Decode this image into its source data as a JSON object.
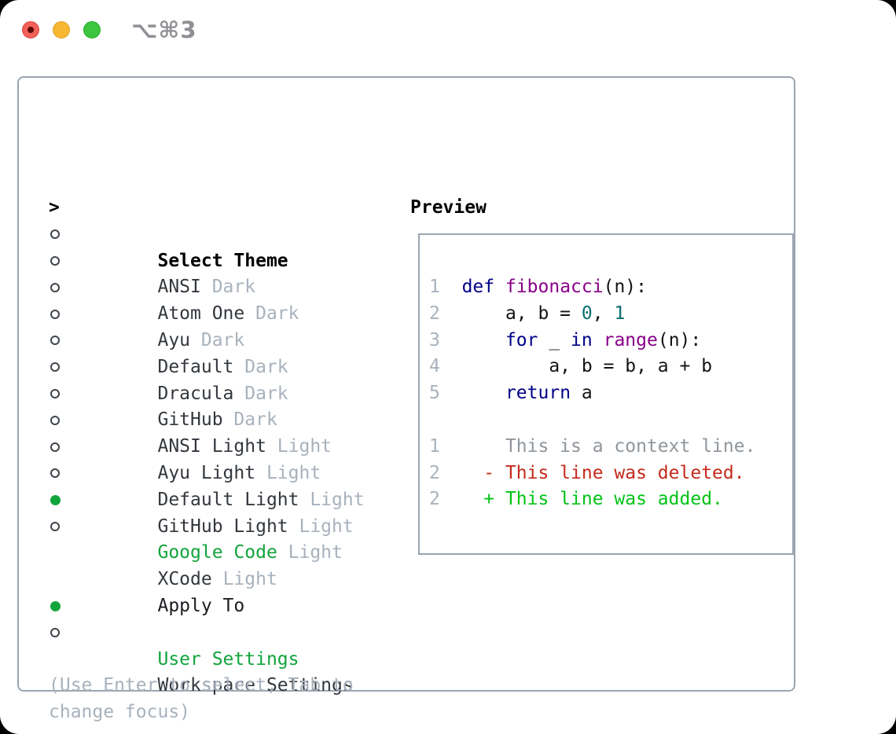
{
  "titlebar": {
    "shortcut": "⌥⌘3"
  },
  "theme_picker": {
    "header": {
      "marker": ">",
      "label": "Select Theme"
    },
    "themes": [
      {
        "name": "ANSI",
        "variant": "Dark",
        "selected": false
      },
      {
        "name": "Atom One",
        "variant": "Dark",
        "selected": false
      },
      {
        "name": "Ayu",
        "variant": "Dark",
        "selected": false
      },
      {
        "name": "Default",
        "variant": "Dark",
        "selected": false
      },
      {
        "name": "Dracula",
        "variant": "Dark",
        "selected": false
      },
      {
        "name": "GitHub",
        "variant": "Dark",
        "selected": false
      },
      {
        "name": "ANSI Light",
        "variant": "Light",
        "selected": false
      },
      {
        "name": "Ayu Light",
        "variant": "Light",
        "selected": false
      },
      {
        "name": "Default Light",
        "variant": "Light",
        "selected": false
      },
      {
        "name": "GitHub Light",
        "variant": "Light",
        "selected": false
      },
      {
        "name": "Google Code",
        "variant": "Light",
        "selected": true
      },
      {
        "name": "XCode",
        "variant": "Light",
        "selected": false
      }
    ],
    "apply_to": {
      "label": "Apply To",
      "options": [
        {
          "label": "User Settings",
          "selected": true
        },
        {
          "label": "Workspace Settings",
          "selected": false
        }
      ]
    },
    "hint_lines": [
      "(Use Enter to select, Tab to",
      "change focus)"
    ]
  },
  "preview": {
    "header": "Preview",
    "code_lines": [
      {
        "num": "1",
        "segments": [
          [
            "pln",
            "  "
          ],
          [
            "kwd",
            "def"
          ],
          [
            "pln",
            " "
          ],
          [
            "typ",
            "fibonacci"
          ],
          [
            "pln",
            "(n):"
          ]
        ]
      },
      {
        "num": "2",
        "segments": [
          [
            "pln",
            "      a, b = "
          ],
          [
            "lit",
            "0"
          ],
          [
            "pln",
            ", "
          ],
          [
            "lit",
            "1"
          ]
        ]
      },
      {
        "num": "3",
        "segments": [
          [
            "pln",
            "      "
          ],
          [
            "kwd",
            "for"
          ],
          [
            "pln",
            " _ "
          ],
          [
            "kwd",
            "in"
          ],
          [
            "pln",
            " "
          ],
          [
            "typ",
            "range"
          ],
          [
            "pln",
            "(n):"
          ]
        ]
      },
      {
        "num": "4",
        "segments": [
          [
            "pln",
            "          a, b = b, a + b"
          ]
        ]
      },
      {
        "num": "5",
        "segments": [
          [
            "pln",
            "      "
          ],
          [
            "kwd",
            "return"
          ],
          [
            "pln",
            " a"
          ]
        ]
      }
    ],
    "diff_lines": [
      {
        "num": "1",
        "segments": [
          [
            "ctx",
            "      This is a context line."
          ]
        ]
      },
      {
        "num": "2",
        "segments": [
          [
            "del",
            "    - This line was deleted."
          ]
        ]
      },
      {
        "num": "2",
        "segments": [
          [
            "add",
            "    + This line was added."
          ]
        ]
      }
    ]
  },
  "colors": {
    "selected_green": "#12a43c",
    "diff_added_green": "#00c316",
    "diff_deleted_red": "#c52a1a",
    "context_gray": "#8f969c",
    "keyword_blue": "#000088",
    "function_purple": "#880088",
    "literal_teal": "#0a6e6e",
    "muted_gray": "#a8b2bd",
    "panel_border": "#9aa5b1",
    "traffic_red": "#f2605a",
    "traffic_yellow": "#f7b733",
    "traffic_green": "#3cc53e"
  }
}
